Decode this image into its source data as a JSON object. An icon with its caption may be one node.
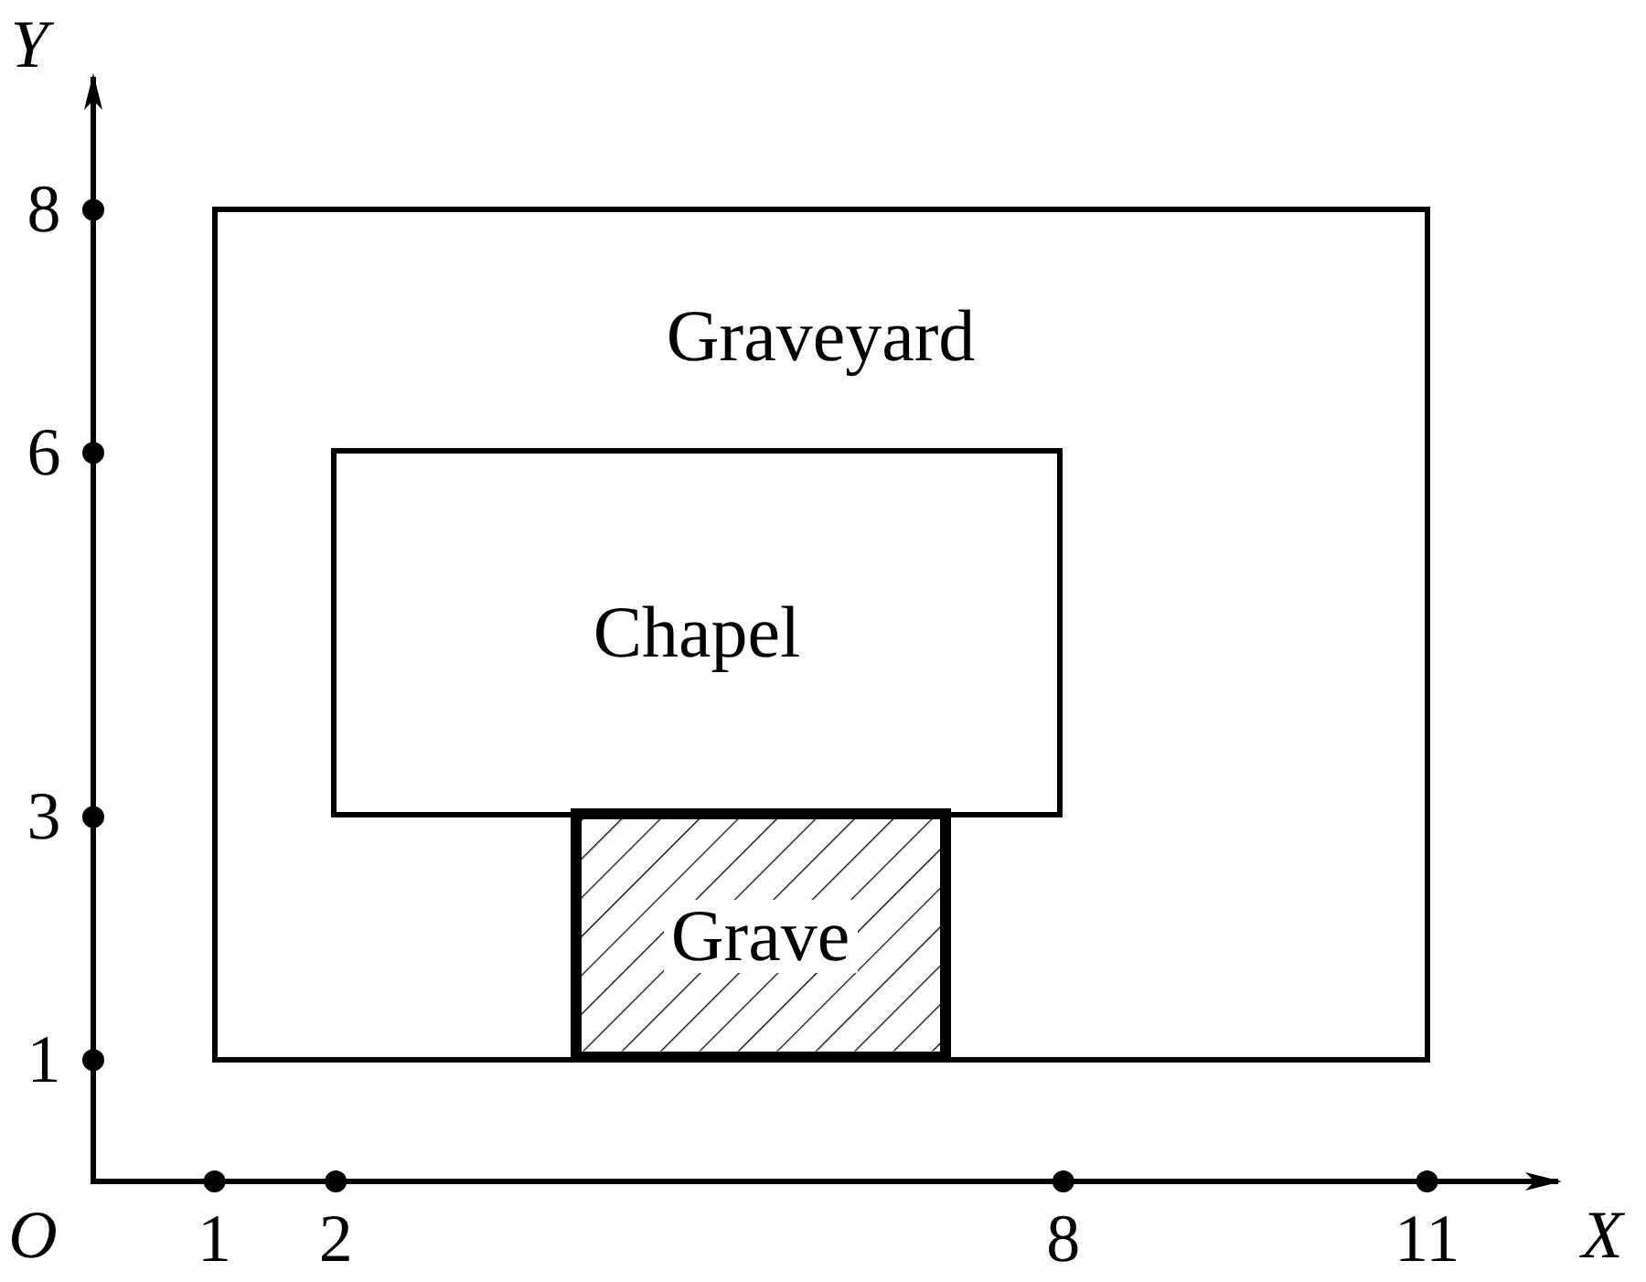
{
  "diagram": {
    "nodes": [
      {
        "text": [
          "Graveyard"
        ]
      },
      {
        "text": [
          "Chapel"
        ],
        "in": 0
      },
      {
        "text": [
          "Grave"
        ],
        "in": 0
      }
    ],
    "labels": [
      "Y",
      "8",
      "6",
      "3",
      "1",
      "O",
      "1",
      "2",
      "8",
      "11",
      "X"
    ]
  }
}
